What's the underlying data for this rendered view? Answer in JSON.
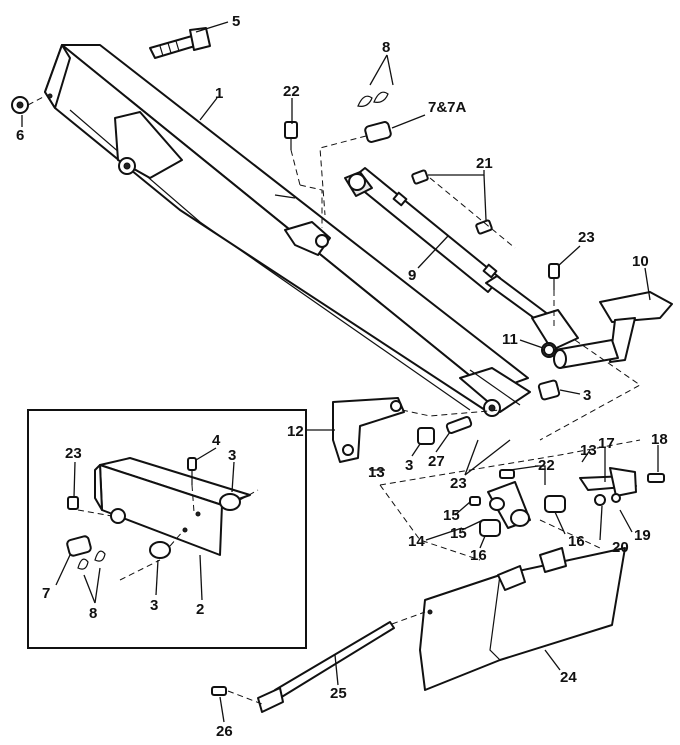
{
  "callouts": {
    "c1": "1",
    "c2": "2",
    "c3a": "3",
    "c3b": "3",
    "c3c": "3",
    "c3d": "3",
    "c4": "4",
    "c5": "5",
    "c6": "6",
    "c7": "7",
    "c7a": "7&7A",
    "c8a": "8",
    "c8b": "8",
    "c9": "9",
    "c10": "10",
    "c11": "11",
    "c12": "12",
    "c13a": "13",
    "c13b": "13",
    "c14": "14",
    "c15a": "15",
    "c15b": "15",
    "c16a": "16",
    "c16b": "16",
    "c17": "17",
    "c18": "18",
    "c19": "19",
    "c20": "20",
    "c21": "21",
    "c22a": "22",
    "c22b": "22",
    "c23a": "23",
    "c23b": "23",
    "c23c": "23",
    "c24": "24",
    "c25": "25",
    "c26": "26",
    "c27": "27"
  }
}
